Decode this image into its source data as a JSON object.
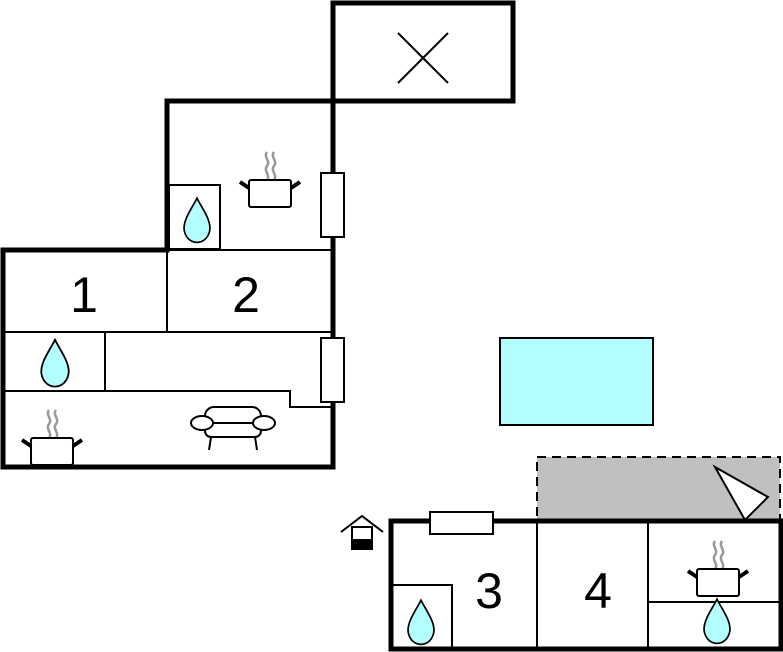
{
  "floorplan": {
    "rooms": [
      {
        "label": "1"
      },
      {
        "label": "2"
      },
      {
        "label": "3"
      },
      {
        "label": "4"
      }
    ],
    "colors": {
      "water": "#b3ffff",
      "pool": "#b3ffff",
      "terrace": "#c0c0c0",
      "walls": "#000000"
    },
    "icons": [
      "water-drop-icon",
      "cooking-pot-icon",
      "sofa-icon",
      "entrance-house-icon",
      "compass-triangle-icon",
      "window-icon",
      "cross-void-icon"
    ]
  }
}
